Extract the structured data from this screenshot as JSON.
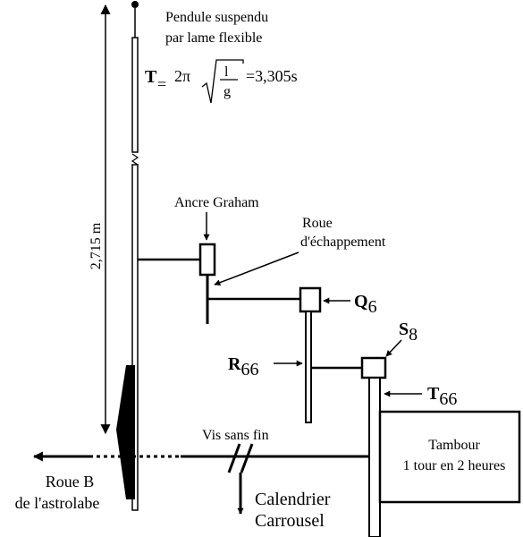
{
  "pendulum": {
    "title_line1": "Pendule suspendu",
    "title_line2": "par lame flexible",
    "length_label": "2,715 m"
  },
  "formula": {
    "lhs": "T",
    "equals": "=",
    "two_pi": "2π",
    "numerator": "l",
    "denominator": "g",
    "result": "=3,305s"
  },
  "anchor": {
    "label": "Ancre Graham"
  },
  "escape_wheel": {
    "label_line1": "Roue",
    "label_line2": "d'échappement"
  },
  "gears": {
    "q": {
      "letter": "Q",
      "sub": "6"
    },
    "r": {
      "letter": "R",
      "sub": "66"
    },
    "s": {
      "letter": "S",
      "sub": "8"
    },
    "t": {
      "letter": "T",
      "sub": "66"
    }
  },
  "drum": {
    "line1": "Tambour",
    "line2": "1 tour en 2 heures"
  },
  "worm": {
    "label": "Vis sans fin"
  },
  "calendar": {
    "line1": "Calendrier",
    "line2": "Carrousel"
  },
  "astrolabe": {
    "line1": "Roue B",
    "line2": "de l'astrolabe"
  }
}
